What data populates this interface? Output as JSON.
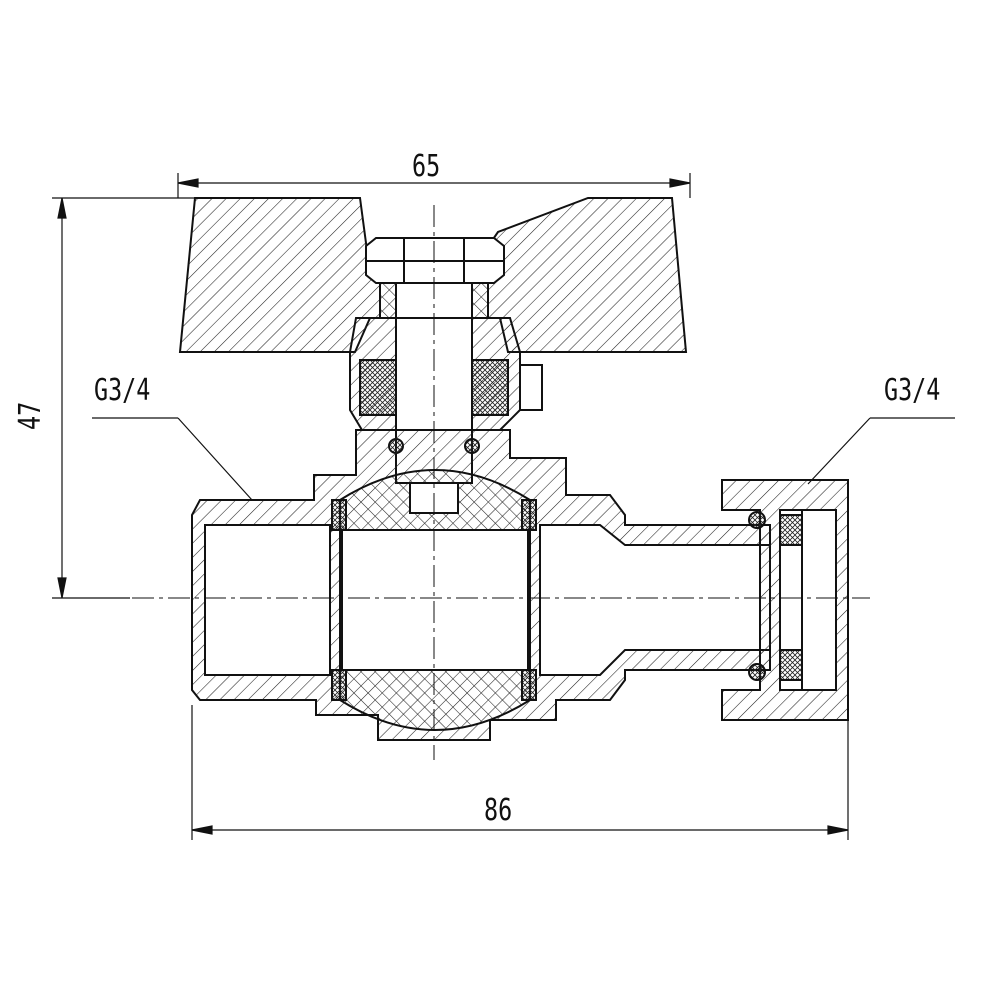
{
  "dimensions": {
    "width_top": "65",
    "width_bottom": "86",
    "height_left": "47"
  },
  "threads": {
    "left": "G3/4",
    "right": "G3/4"
  }
}
